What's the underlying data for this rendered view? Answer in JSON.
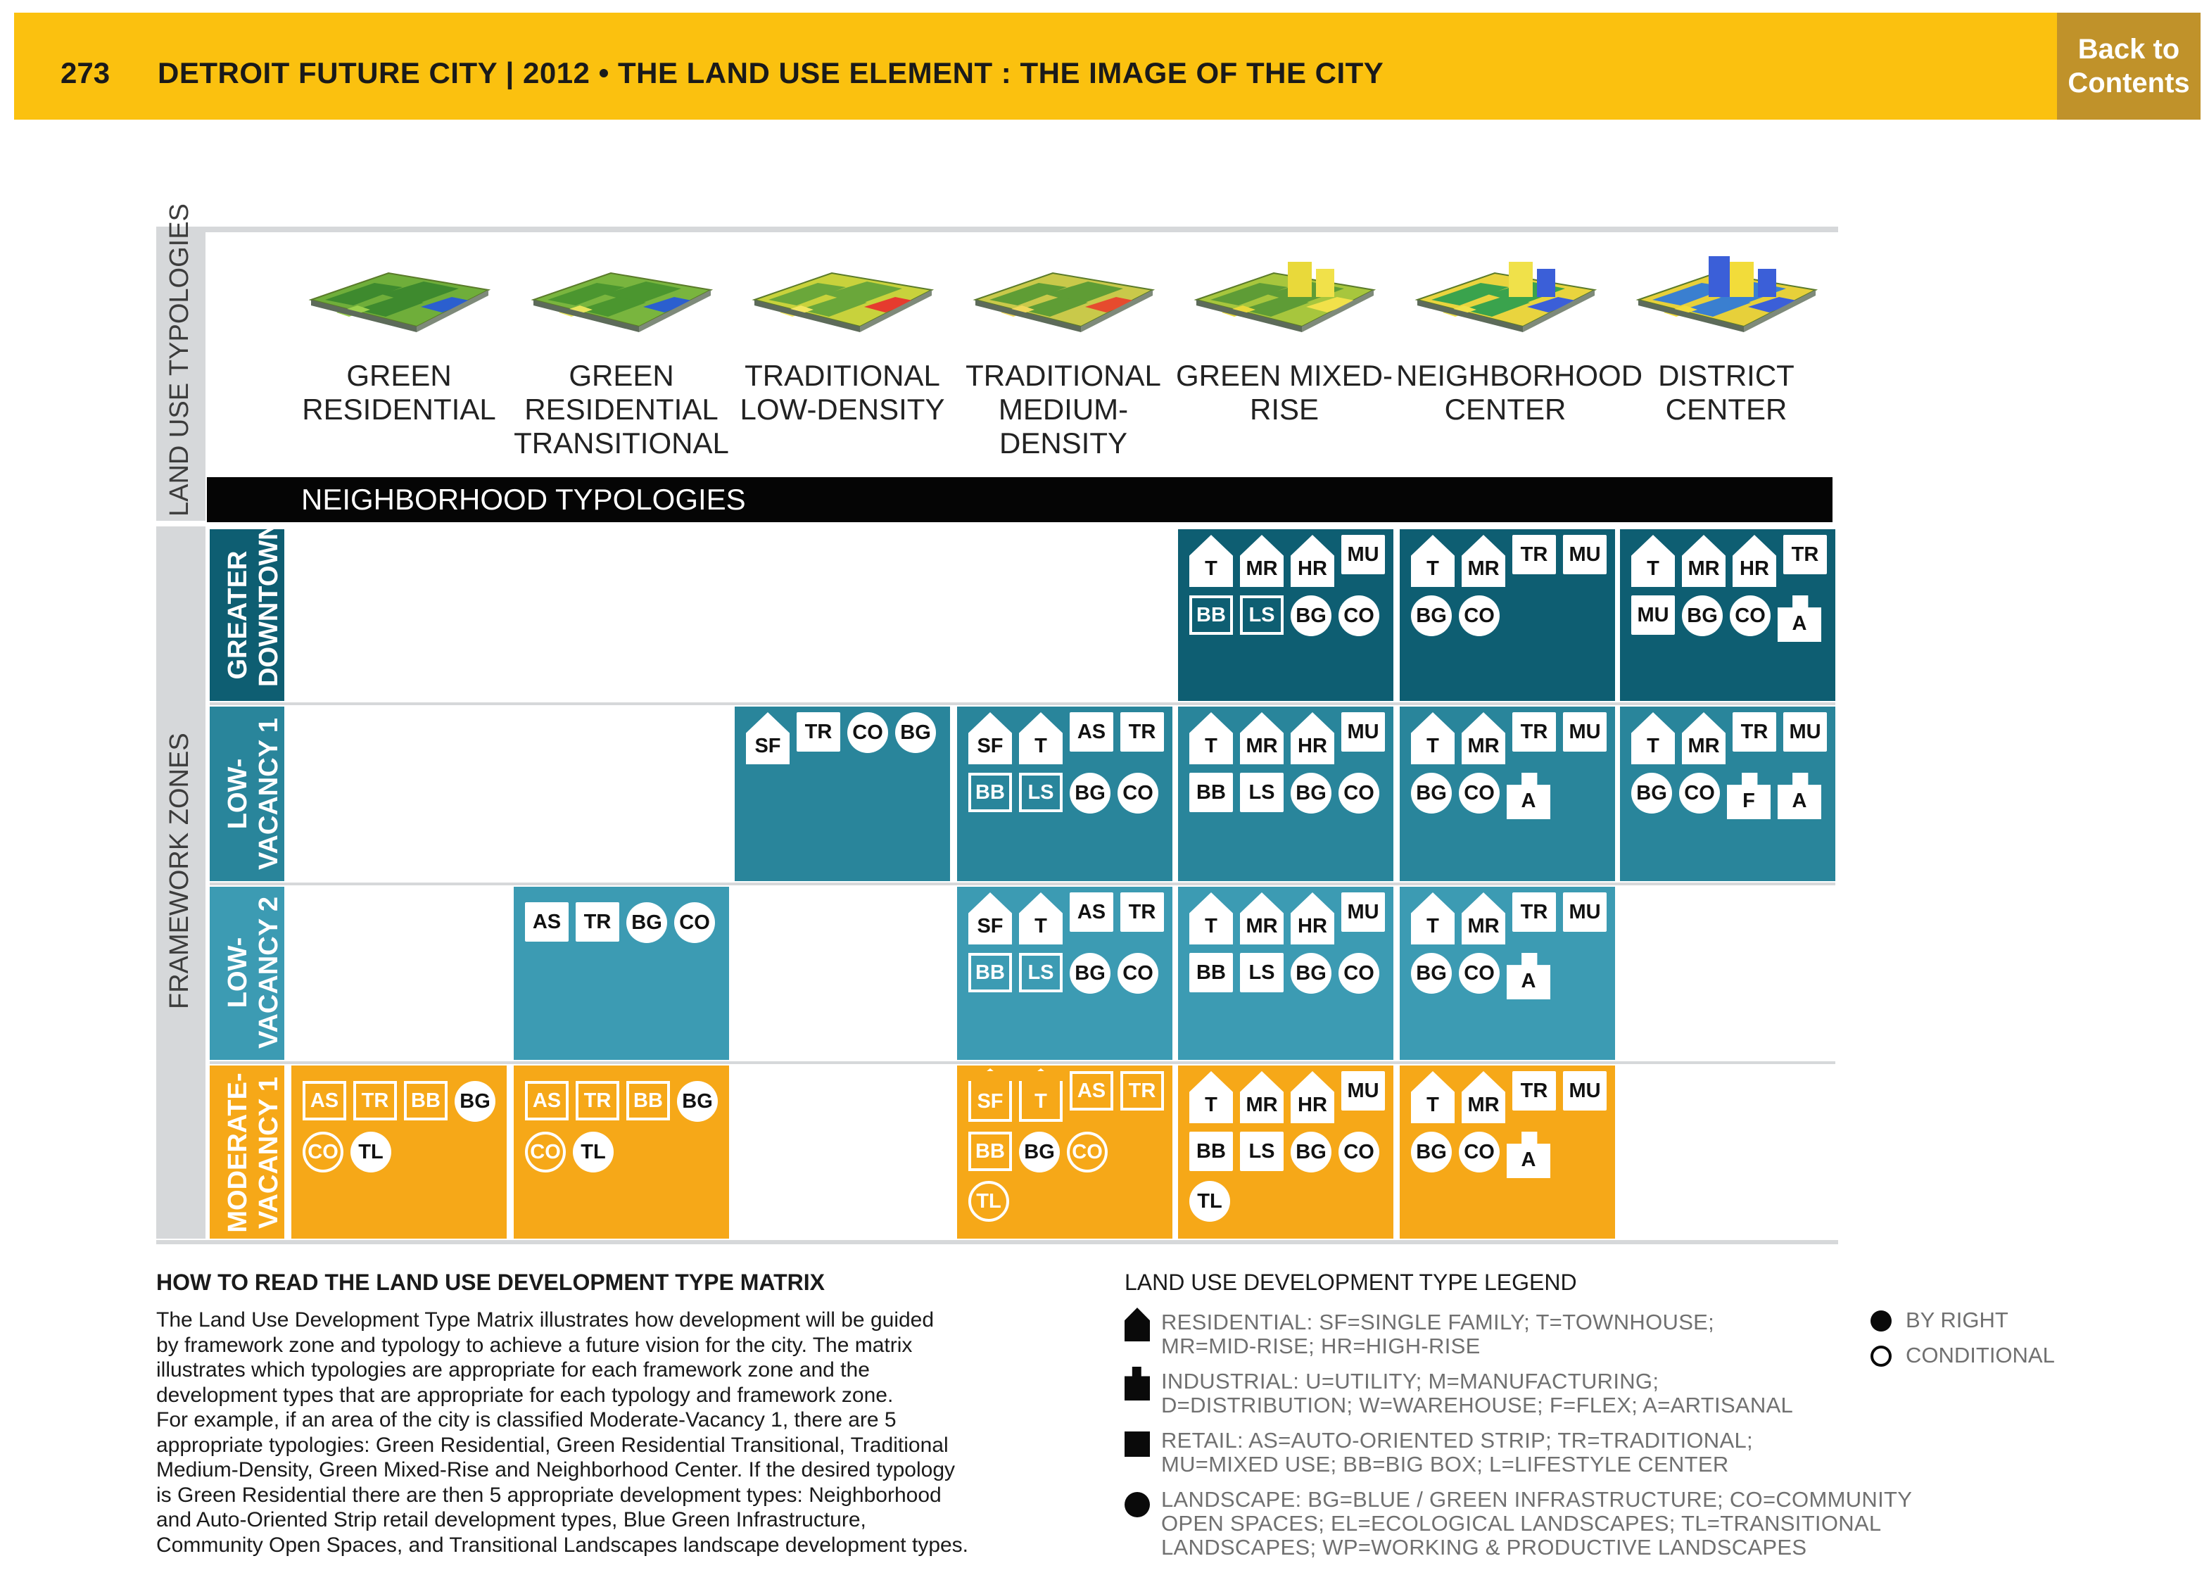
{
  "header": {
    "page_number": "273",
    "title": "DETROIT FUTURE CITY | 2012  •  THE LAND USE ELEMENT : THE IMAGE OF THE CITY",
    "back_line1": "Back to",
    "back_line2": "Contents",
    "accent": "#fbc10f"
  },
  "matrix": {
    "rail_top_label": "LAND USE TYPOLOGIES",
    "rail_bottom_label": "FRAMEWORK ZONES",
    "band_label": "NEIGHBORHOOD TYPOLOGIES",
    "columns": [
      {
        "name": "GREEN RESIDENTIAL",
        "lines": [
          "GREEN",
          "RESIDENTIAL"
        ]
      },
      {
        "name": "GREEN RESIDENTIAL TRANSITIONAL",
        "lines": [
          "GREEN",
          "RESIDENTIAL",
          "TRANSITIONAL"
        ]
      },
      {
        "name": "TRADITIONAL LOW-DENSITY",
        "lines": [
          "TRADITIONAL",
          "LOW-DENSITY"
        ]
      },
      {
        "name": "TRADITIONAL MEDIUM-DENSITY",
        "lines": [
          "TRADITIONAL",
          "MEDIUM-",
          "DENSITY"
        ]
      },
      {
        "name": "GREEN MIXED-RISE",
        "lines": [
          "GREEN MIXED-",
          "RISE"
        ]
      },
      {
        "name": "NEIGHBORHOOD CENTER",
        "lines": [
          "NEIGHBORHOOD",
          "CENTER"
        ]
      },
      {
        "name": "DISTRICT CENTER",
        "lines": [
          "DISTRICT",
          "CENTER"
        ]
      }
    ],
    "rows": [
      {
        "id": "greater-downtown",
        "lines": [
          "GREATER",
          "DOWNTOWN"
        ],
        "label_color": "#0e5e72"
      },
      {
        "id": "low-vacancy-1",
        "lines": [
          "LOW-",
          "VACANCY 1"
        ],
        "label_color": "#29859b"
      },
      {
        "id": "low-vacancy-2",
        "lines": [
          "LOW-",
          "VACANCY 2"
        ],
        "label_color": "#3c9bb3"
      },
      {
        "id": "moderate-vacancy-1",
        "lines": [
          "MODERATE-",
          "VACANCY 1"
        ],
        "label_color": "#f6a818"
      }
    ],
    "colors": {
      "navy": "#0e5e72",
      "teal": "#29859b",
      "sky": "#3c9bb3",
      "orange": "#f6a818"
    }
  },
  "cells": {
    "gd_mixed": [
      [
        "T:house",
        "MR:house",
        "HR:house",
        "MU:sq"
      ],
      [
        "BB:osq",
        "LS:osq",
        "BG:circ",
        "CO:circ"
      ]
    ],
    "gd_ncenter": [
      [
        "T:house",
        "MR:house",
        "TR:sq",
        "MU:sq"
      ],
      [
        "BG:circ",
        "CO:circ"
      ]
    ],
    "gd_dcenter": [
      [
        "T:house",
        "MR:house",
        "HR:house",
        "TR:sq"
      ],
      [
        "MU:sq",
        "BG:circ",
        "CO:circ",
        "A:ind"
      ]
    ],
    "lv1_lowd": [
      [
        "SF:house",
        "TR:sq",
        "CO:circ",
        "BG:circ"
      ]
    ],
    "lv1_medd": [
      [
        "SF:house",
        "T:house",
        "AS:sq",
        "TR:sq"
      ],
      [
        "BB:osq",
        "LS:osq",
        "BG:circ",
        "CO:circ"
      ]
    ],
    "lv1_mixed": [
      [
        "T:house",
        "MR:house",
        "HR:house",
        "MU:sq"
      ],
      [
        "BB:sq",
        "LS:sq",
        "BG:circ",
        "CO:circ"
      ]
    ],
    "lv1_ncenter": [
      [
        "T:house",
        "MR:house",
        "TR:sq",
        "MU:sq"
      ],
      [
        "BG:circ",
        "CO:circ",
        "A:ind"
      ]
    ],
    "lv1_dcenter": [
      [
        "T:house",
        "MR:house",
        "TR:sq",
        "MU:sq"
      ],
      [
        "BG:circ",
        "CO:circ",
        "F:ind",
        "A:ind"
      ]
    ],
    "lv2_grt": [
      [
        "AS:sq",
        "TR:sq",
        "BG:circ",
        "CO:circ"
      ]
    ],
    "lv2_medd": [
      [
        "SF:house",
        "T:house",
        "AS:sq",
        "TR:sq"
      ],
      [
        "BB:osq",
        "LS:osq",
        "BG:circ",
        "CO:circ"
      ]
    ],
    "lv2_mixed": [
      [
        "T:house",
        "MR:house",
        "HR:house",
        "MU:sq"
      ],
      [
        "BB:sq",
        "LS:sq",
        "BG:circ",
        "CO:circ"
      ]
    ],
    "lv2_ncenter": [
      [
        "T:house",
        "MR:house",
        "TR:sq",
        "MU:sq"
      ],
      [
        "BG:circ",
        "CO:circ",
        "A:ind"
      ]
    ],
    "mv1_gr": [
      [
        "AS:osq",
        "TR:osq",
        "BB:osq",
        "BG:circ"
      ],
      [
        "CO:ocirc",
        "TL:circ"
      ]
    ],
    "mv1_grt": [
      [
        "AS:osq",
        "TR:osq",
        "BB:osq",
        "BG:circ"
      ],
      [
        "CO:ocirc",
        "TL:circ"
      ]
    ],
    "mv1_medd": [
      [
        "SF:ohouse",
        "T:ohouse",
        "AS:osq",
        "TR:osq"
      ],
      [
        "BB:osq",
        "BG:circ",
        "CO:ocirc"
      ],
      [
        "TL:ocirc"
      ]
    ],
    "mv1_mixed": [
      [
        "T:house",
        "MR:house",
        "HR:house",
        "MU:sq"
      ],
      [
        "BB:sq",
        "LS:sq",
        "BG:circ",
        "CO:circ"
      ],
      [
        "TL:circ"
      ]
    ],
    "mv1_ncenter": [
      [
        "T:house",
        "MR:house",
        "TR:sq",
        "MU:sq"
      ],
      [
        "BG:circ",
        "CO:circ",
        "A:ind"
      ]
    ]
  },
  "howto": {
    "heading": "HOW TO READ THE LAND USE DEVELOPMENT TYPE MATRIX",
    "lines": [
      "The Land Use Development Type Matrix illustrates how development will be guided",
      "by framework zone and typology to achieve a future vision for the city.  The matrix",
      "illustrates which typologies are appropriate for each framework zone and the",
      "development types that are appropriate for each typology and framework zone.",
      "For example, if an area of the city is classified Moderate-Vacancy 1, there are 5",
      "appropriate typologies: Green Residential, Green Residential Transitional, Traditional",
      "Medium-Density, Green Mixed-Rise and Neighborhood Center.  If the desired typology",
      "is Green Residential there are then 5 appropriate development types:  Neighborhood",
      "and Auto-Oriented Strip retail development types, Blue Green Infrastructure,",
      "Community Open Spaces, and Transitional Landscapes landscape development types."
    ]
  },
  "legend": {
    "heading": "LAND USE DEVELOPMENT TYPE LEGEND",
    "items": [
      {
        "icon": "house-icon",
        "lines": [
          "RESIDENTIAL: SF=SINGLE FAMILY; T=TOWNHOUSE;",
          "MR=MID-RISE; HR=HIGH-RISE"
        ]
      },
      {
        "icon": "industrial-icon",
        "lines": [
          "INDUSTRIAL: U=UTILITY; M=MANUFACTURING;",
          "D=DISTRIBUTION; W=WAREHOUSE; F=FLEX; A=ARTISANAL"
        ]
      },
      {
        "icon": "square-icon",
        "lines": [
          "RETAIL: AS=AUTO-ORIENTED STRIP; TR=TRADITIONAL;",
          "MU=MIXED USE; BB=BIG BOX; L=LIFESTYLE CENTER"
        ]
      },
      {
        "icon": "circle-icon",
        "lines": [
          "LANDSCAPE: BG=BLUE / GREEN INFRASTRUCTURE; CO=COMMUNITY",
          "OPEN SPACES; EL=ECOLOGICAL LANDSCAPES; TL=TRANSITIONAL",
          "LANDSCAPES; WP=WORKING & PRODUCTIVE LANDSCAPES"
        ]
      }
    ],
    "by_right": "BY RIGHT",
    "conditional": "CONDITIONAL"
  }
}
